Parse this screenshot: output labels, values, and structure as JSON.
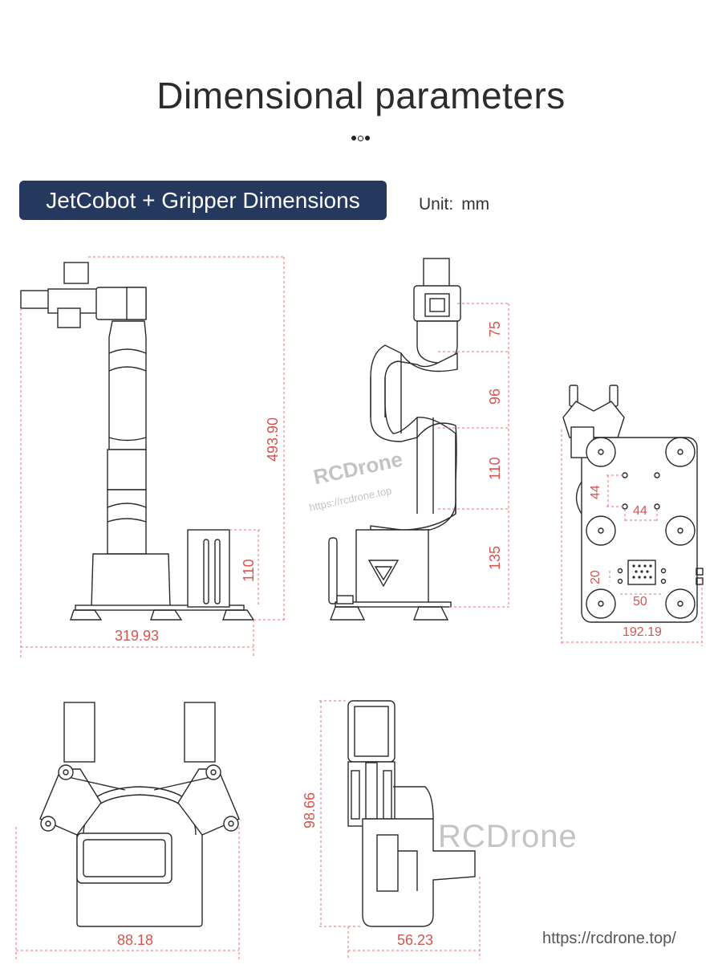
{
  "header": {
    "title": "Dimensional parameters"
  },
  "section": {
    "badge_label": "JetCobot + Gripper Dimensions",
    "unit_label": "Unit:",
    "unit_value": "mm"
  },
  "dimensions": {
    "side_height": "493.90",
    "side_width": "319.93",
    "side_box_height": "110",
    "front_seg1": "75",
    "front_seg2": "96",
    "front_seg3": "110",
    "front_seg4": "135",
    "base_hole_v": "44",
    "base_hole_h": "44",
    "base_port_h": "20",
    "base_port_w": "50",
    "base_width": "192.19",
    "gripper_width": "88.18",
    "gripper_height": "98.66",
    "gripper_depth": "56.23"
  },
  "watermarks": {
    "brand": "RCDrone",
    "brand_url_small": "https://rcdrone.top",
    "brand_large": "RCDrone",
    "url": "https://rcdrone.top/"
  },
  "colors": {
    "accent_badge": "#25395f",
    "dimension_red": "#d9534f",
    "line_gray": "#2a2a2a"
  }
}
